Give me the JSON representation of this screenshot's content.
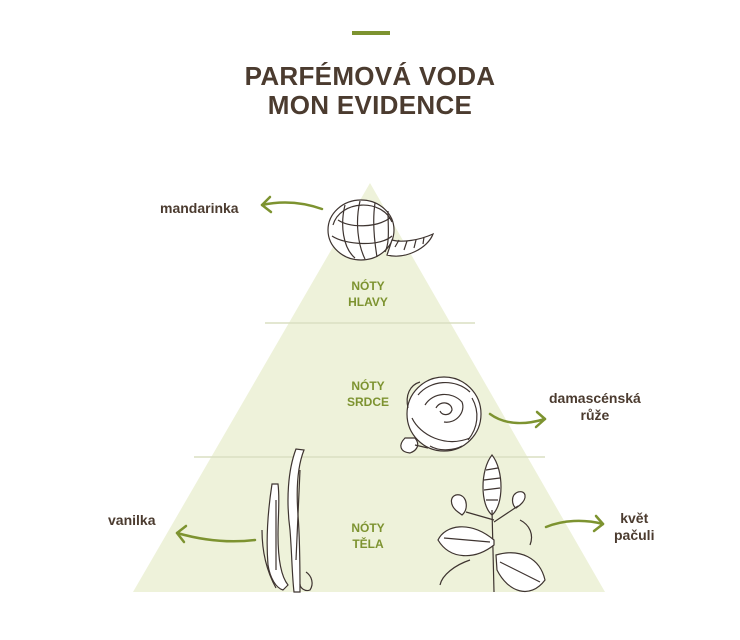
{
  "title": {
    "line1": "PARFÉMOVÁ VODA",
    "line2": "MON EVIDENCE"
  },
  "colors": {
    "accent": "#7d9330",
    "title": "#4b3b2f",
    "pyramid_fill": "#eef2da",
    "divider": "#dadfc2",
    "tier_label": "#7d9330",
    "note_text": "#4b3b2f",
    "arrow": "#7d9330",
    "sketch": "#3e3430"
  },
  "tiers": [
    {
      "line1": "NÓTY",
      "line2": "HLAVY",
      "icon": "mandarin-icon",
      "note": "mandarinka"
    },
    {
      "line1": "NÓTY",
      "line2": "SRDCE",
      "icon": "rose-icon",
      "note_line1": "damascénská",
      "note_line2": "růže"
    },
    {
      "line1": "NÓTY",
      "line2": "TĚLA",
      "icons": [
        "vanilla-icon",
        "patchouli-icon"
      ],
      "note_left": "vanilka",
      "note_right_line1": "květ",
      "note_right_line2": "pačuli"
    }
  ]
}
